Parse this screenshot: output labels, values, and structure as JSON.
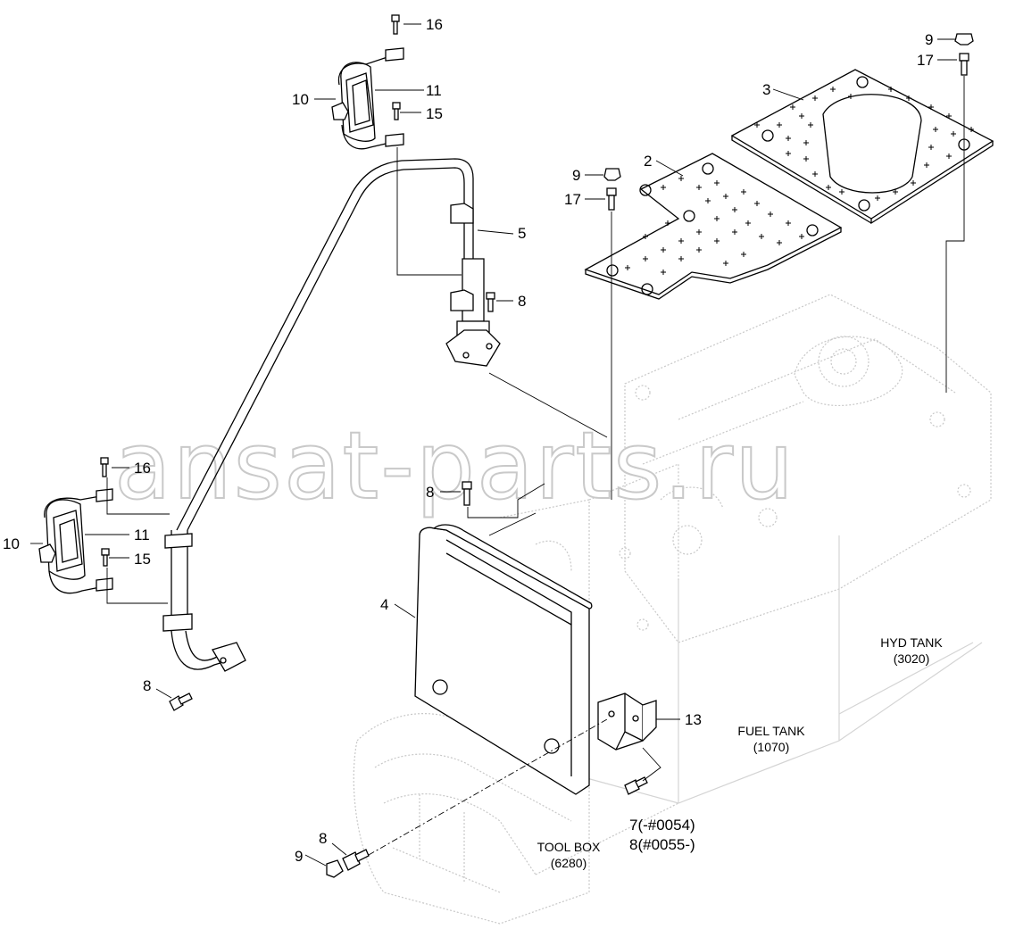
{
  "watermark": "ansat-parts.ru",
  "callouts": {
    "c16_top": "16",
    "c10_top": "10",
    "c11_top": "11",
    "c15_top": "15",
    "c5": "5",
    "c8_mid": "8",
    "c9_top": "9",
    "c17_top": "17",
    "c3": "3",
    "c2": "2",
    "c9_mid": "9",
    "c17_mid": "17",
    "c16_bot": "16",
    "c8_bot": "8",
    "c10_bot": "10",
    "c11_bot": "11",
    "c15_bot": "15",
    "c4": "4",
    "c8_left": "8",
    "c13": "13",
    "c7": "7(-#0054)",
    "c8_serial": "8(#0055-)",
    "c8_lower": "8",
    "c9_lower": "9"
  },
  "references": {
    "hyd_tank_name": "HYD TANK",
    "hyd_tank_code": "(3020)",
    "fuel_tank_name": "FUEL TANK",
    "fuel_tank_code": "(1070)",
    "tool_box_name": "TOOL BOX",
    "tool_box_code": "(6280)"
  },
  "colors": {
    "line": "#000000",
    "ghost_line": "#c8c8c8",
    "background": "#ffffff"
  }
}
